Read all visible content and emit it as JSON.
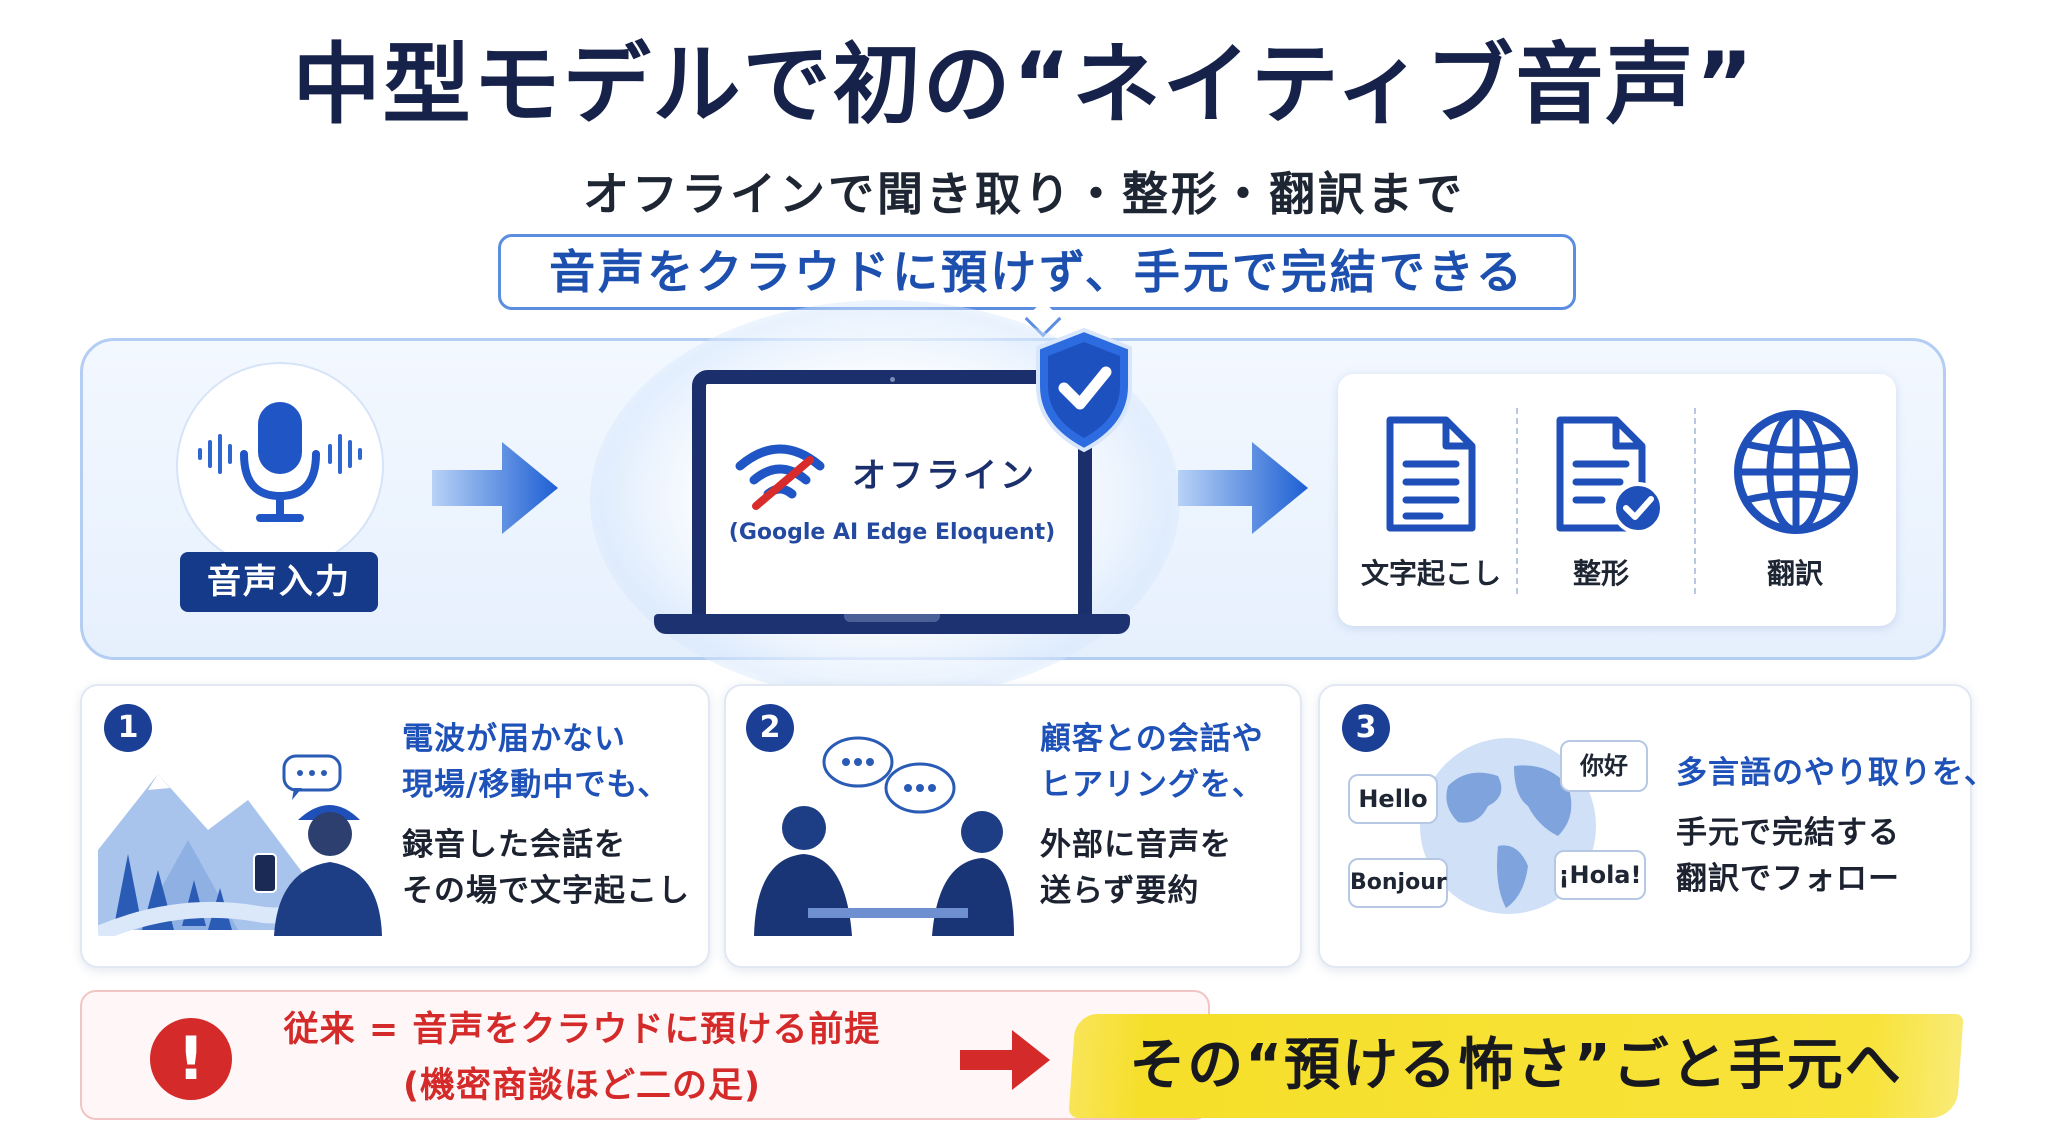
{
  "header": {
    "title": "中型モデルで初の“ネイティブ音声”",
    "subtitle": "オフラインで聞き取り・整形・翻訳まで",
    "callout": "音声をクラウドに預けず、手元で完結できる"
  },
  "flow": {
    "input_label": "音声入力",
    "offline_label": "オフライン",
    "offline_sub": "(Google AI Edge Eloquent)",
    "outputs": [
      "文字起こし",
      "整形",
      "翻訳"
    ]
  },
  "cards": [
    {
      "number": "1",
      "highlight": [
        "電波が届かない",
        "現場/移動中でも、"
      ],
      "body": [
        "録音した会話を",
        "その場で文字起こし"
      ]
    },
    {
      "number": "2",
      "highlight": [
        "顧客との会話や",
        "ヒアリングを、"
      ],
      "body": [
        "外部に音声を",
        "送らず要約"
      ]
    },
    {
      "number": "3",
      "highlight": [
        "多言語のやり取りを、"
      ],
      "body": [
        "手元で完結する",
        "翻訳でフォロー"
      ],
      "bubbles": [
        "Hello",
        "你好",
        "Bonjour",
        "¡Hola!"
      ]
    }
  ],
  "bottom": {
    "alert_icon": "!",
    "alert_line1": "従来 = 音声をクラウドに預ける前提",
    "alert_line2": "(機密商談ほど二の足)",
    "conclusion": "その“預ける怖さ”ごと手元へ"
  },
  "colors": {
    "navy": "#16224a",
    "accent_blue": "#1f52b8",
    "alert_red": "#d42a2a",
    "highlight_yellow": "#f6df2a"
  },
  "icons": [
    "microphone-icon",
    "arrow-right-icon",
    "wifi-off-icon",
    "shield-check-icon",
    "document-icon",
    "document-check-icon",
    "globe-icon",
    "alert-icon"
  ]
}
